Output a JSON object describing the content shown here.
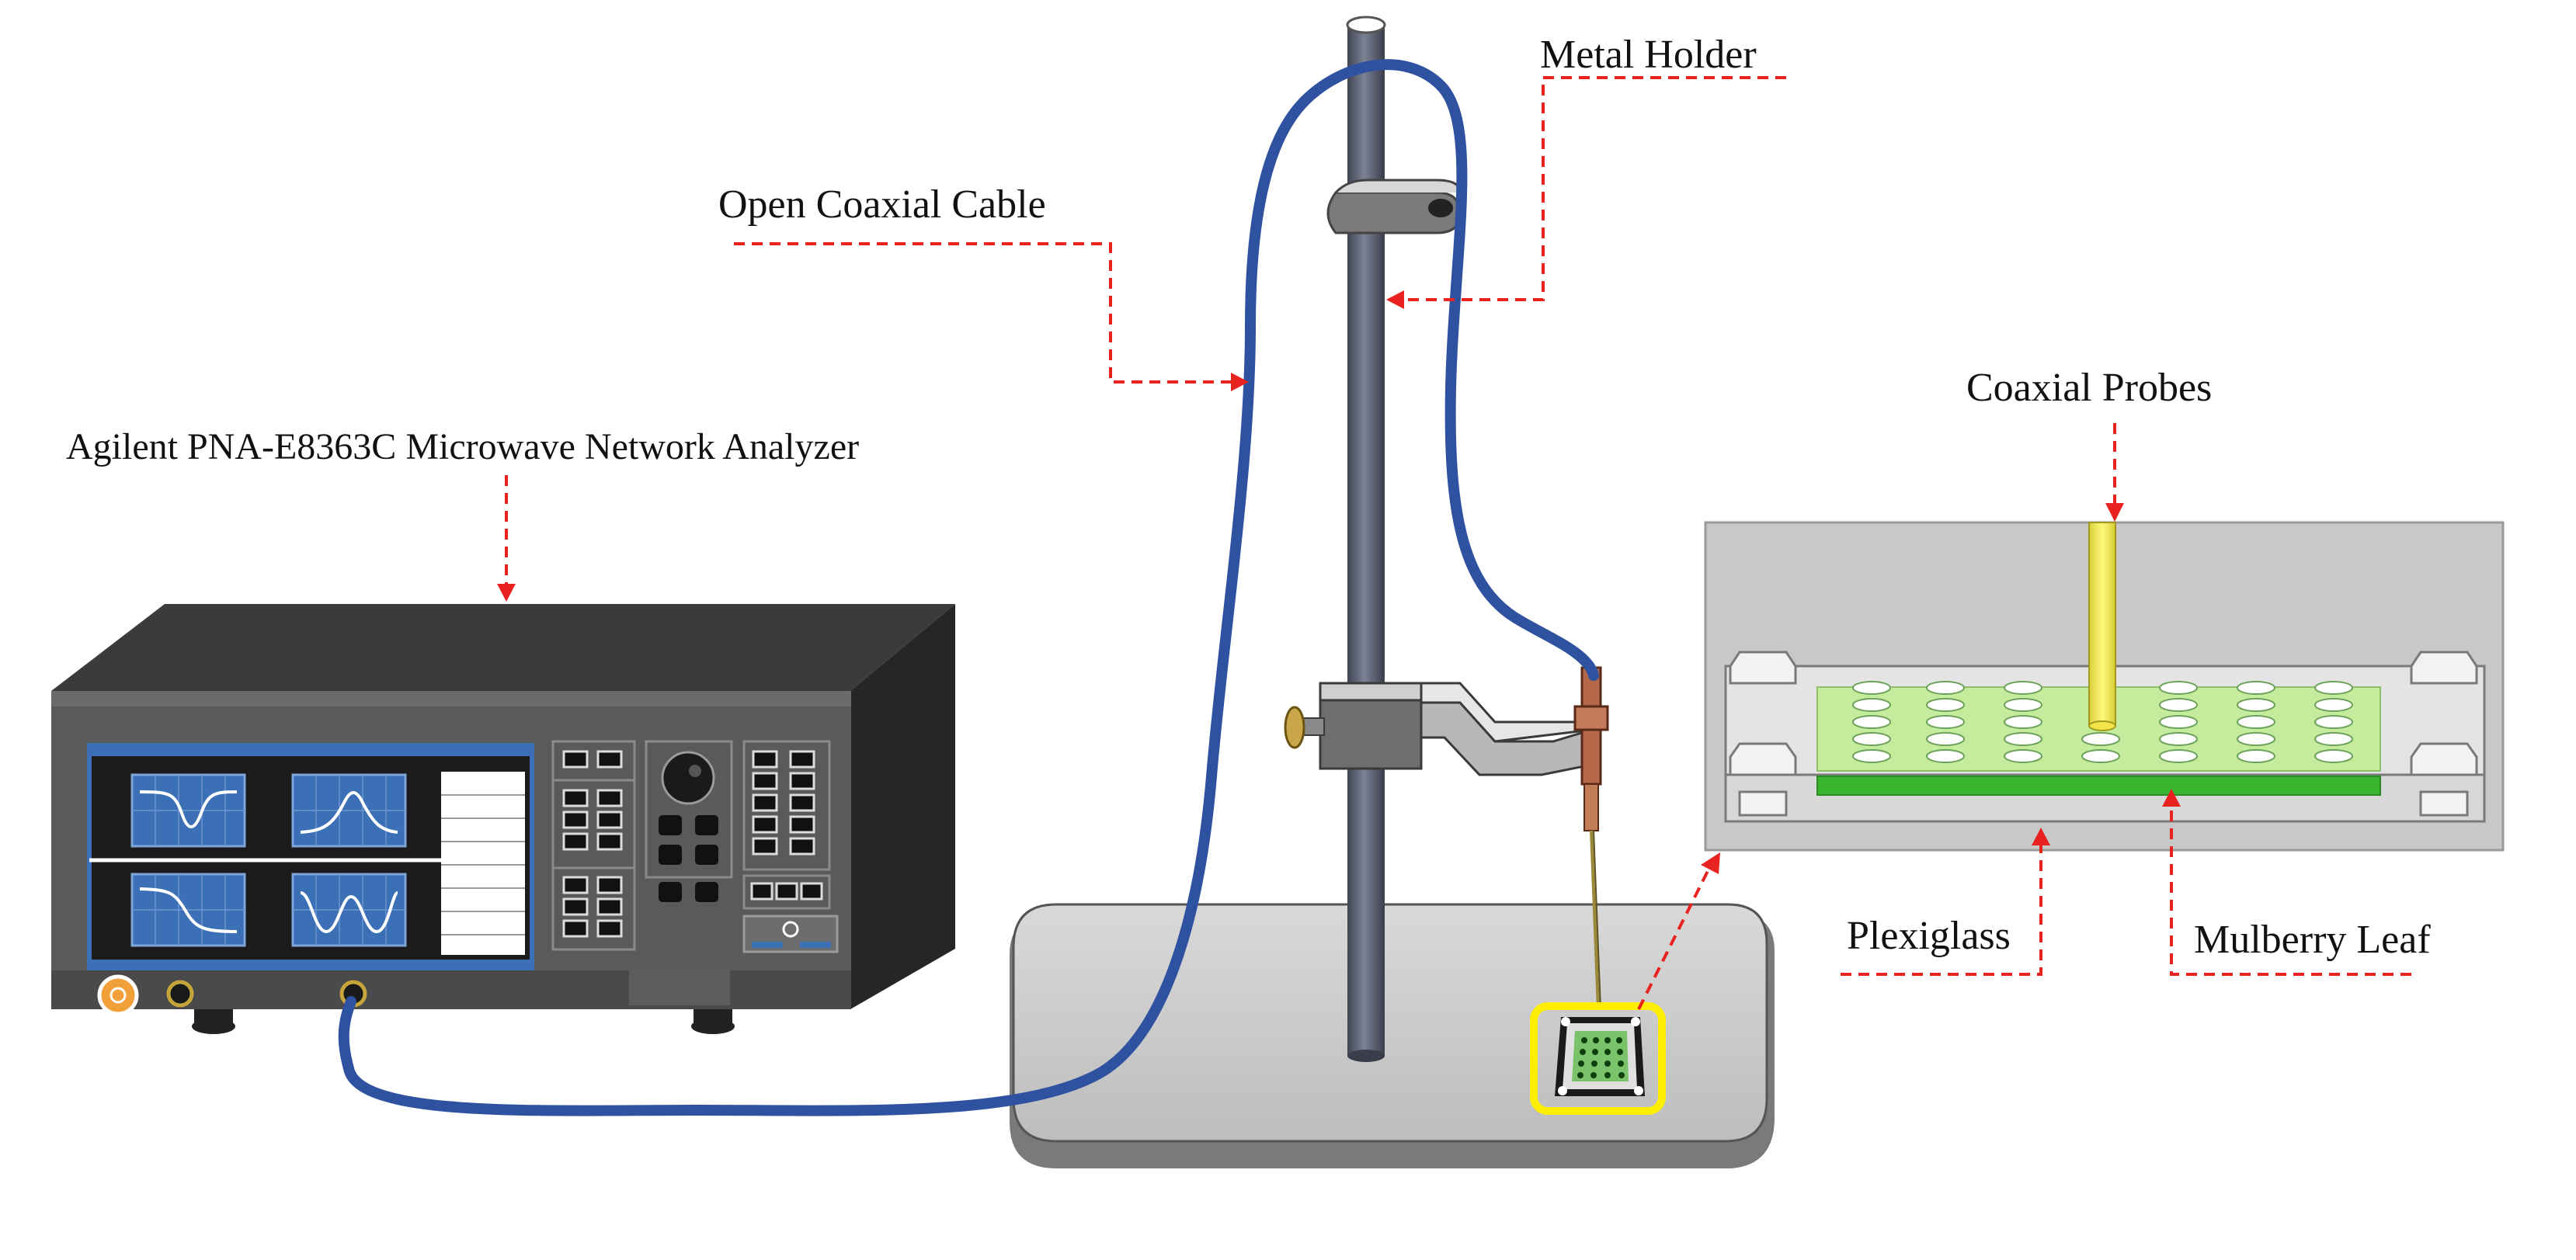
{
  "labels": {
    "metal_holder": "Metal Holder",
    "open_coaxial_cable": "Open Coaxial Cable",
    "network_analyzer": "Agilent PNA-E8363C Microwave Network  Analyzer",
    "coaxial_probes": "Coaxial Probes",
    "plexiglass": "Plexiglass",
    "mulberry_leaf": "Mulberry Leaf"
  },
  "colors": {
    "leader_line": "#e8231f",
    "cable": "#2f52a0",
    "analyzer_body": "#4d4d4d",
    "screen_bg": "#1a1a1a",
    "screen_panel": "#3b6fb6",
    "stand_base": "#cfcfcf",
    "rod": "#5a5f70",
    "highlight_box": "#ffee00",
    "probe": "#f6ee5a",
    "leaf_green": "#c4ec9c",
    "leaf_strip": "#39b52e",
    "inset_bg": "#c8c8c8"
  }
}
